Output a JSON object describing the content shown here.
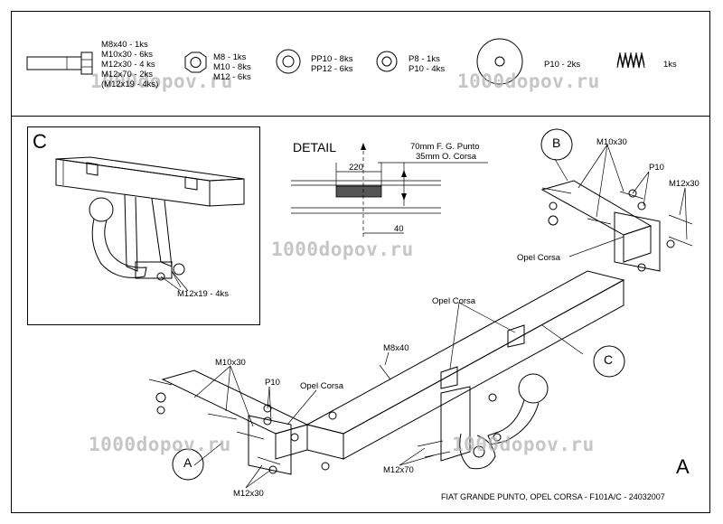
{
  "parts": {
    "bolt_list": [
      "M8x40 - 1ks",
      "M10x30 - 6ks",
      "M12x30 - 4 ks",
      "M12x70 - 2ks",
      "(M12x19 - 4ks)"
    ],
    "nut_list": [
      "M8 - 1ks",
      "M10 - 8ks",
      "M12 - 6ks"
    ],
    "washer_pp": [
      "PP10 - 8ks",
      "PP12 - 6ks"
    ],
    "washer_p": [
      "P8 - 1ks",
      "P10 - 4ks"
    ],
    "big_washer": "P10  - 2ks",
    "spring": "1ks"
  },
  "view_labels": {
    "c": "C",
    "b": "B",
    "a_circle": "A",
    "c_circle": "C",
    "a_corner": "A"
  },
  "detail": {
    "title": "DETAIL",
    "dim_220": "220",
    "dim_40": "40",
    "note_line1": "70mm F. G. Punto",
    "note_line2": "35mm O. Corsa"
  },
  "callouts": {
    "m12x19": "M12x19 - 4ks",
    "b_m10x30": "M10x30",
    "b_p10": "P10",
    "b_m12x30": "M12x30",
    "opel_corsa_b": "Opel Corsa",
    "opel_corsa_mid": "Opel Corsa",
    "m8x40": "M8x40",
    "a_m10x30": "M10x30",
    "a_p10": "P10",
    "opel_corsa_a": "Opel Corsa",
    "a_m12x30": "M12x30",
    "m12x70": "M12x70"
  },
  "footer": "FIAT GRANDE PUNTO, OPEL CORSA  - F101A/C - 24032007",
  "watermark": "1000dopov.ru"
}
